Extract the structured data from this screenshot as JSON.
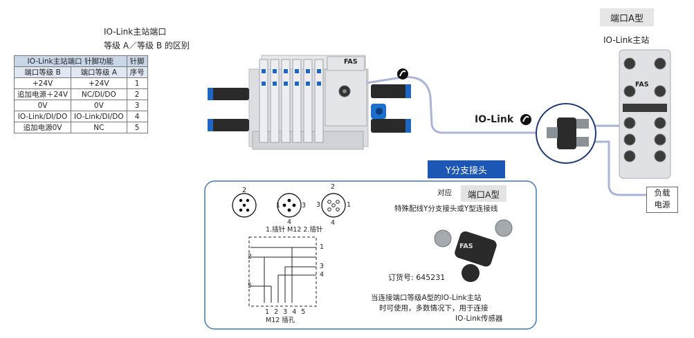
{
  "title_line1": "IO-Link主站端口",
  "title_line2": "等级 A／等级 B 的区别",
  "table": {
    "header_top": [
      "IO-Link主站端口 针脚功能",
      "针脚"
    ],
    "header_sub": [
      "端口等级 B",
      "端口等级 A",
      "序号"
    ],
    "rows": [
      [
        "+24V",
        "+24V",
        "1"
      ],
      [
        "追加电源＋24V",
        "NC/DI/DO",
        "2"
      ],
      [
        "0V",
        "0V",
        "3"
      ],
      [
        "IO-Link/DI/DO",
        "IO-Link/DI/DO",
        "4"
      ],
      [
        "追加电源0V",
        "NC",
        "5"
      ]
    ]
  },
  "master": {
    "port_label": "端口A型",
    "caption": "IO-Link主站"
  },
  "link_label": "IO-Link",
  "y_banner": "Y分支接头",
  "load_label": [
    "负载",
    "电源"
  ],
  "panel": {
    "port_label": "端口A型",
    "correspond": "对应",
    "feature": "特殊配线Y分支接头或Y型连接线",
    "order_no": "订货号: 645231",
    "desc_line1": "当连接端口等级A型的IO-Link主站",
    "desc_line2": "时可使用，多数情况下，用于连接",
    "desc_line3": "IO-Link传感器",
    "m12_pin_caption": "1.插针  M12  2.插针",
    "m12_socket_caption": "M12 插孔",
    "socket_numbers": "1 2 3 4 5",
    "pins": {
      "p1": "1",
      "p2": "2",
      "p3": "3",
      "p4": "4",
      "p5": "5"
    }
  },
  "brand": "FAS",
  "colors": {
    "accent": "#1d57b5",
    "cable": "#a9b4d8",
    "panel_border": "#3f76b5"
  }
}
